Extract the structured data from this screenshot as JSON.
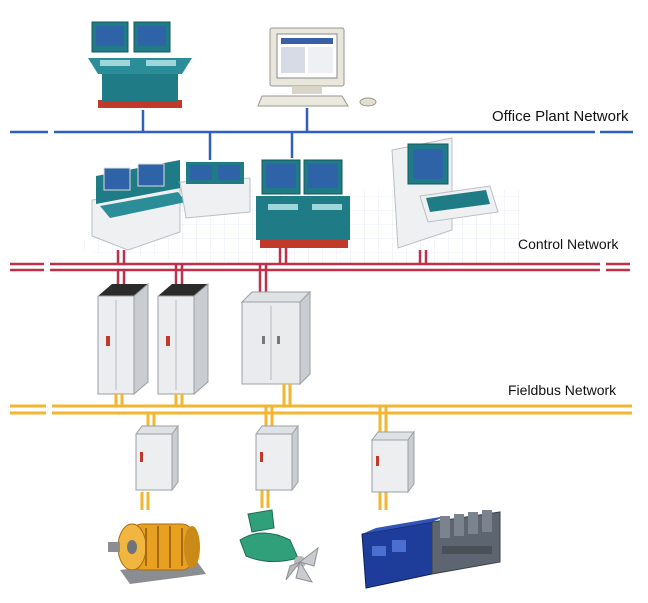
{
  "networks": {
    "office": {
      "label": "Office Plant Network",
      "color": "#2f5fbf"
    },
    "control": {
      "label": "Control Network",
      "color": "#c0304a"
    },
    "fieldbus": {
      "label": "Fieldbus Network",
      "color": "#f2b632"
    }
  },
  "devices": {
    "operator_console_icon": "operator-console-icon",
    "office_pc_icon": "office-pc-icon",
    "control_desk_icon": "control-desk-icon",
    "cabinet_icon": "cabinet-icon",
    "io_box_icon": "io-box-icon",
    "motor_icon": "electric-motor-icon",
    "propeller_icon": "ship-propeller-icon",
    "engine_icon": "diesel-engine-icon"
  },
  "colors": {
    "console_teal": "#1f7b85",
    "screen_blue": "#2e63a8",
    "cabinet_grey": "#e4e6e8",
    "motor_orange": "#e8a020",
    "propeller_green": "#2fa07a",
    "engine_blue": "#1e3c9a"
  }
}
